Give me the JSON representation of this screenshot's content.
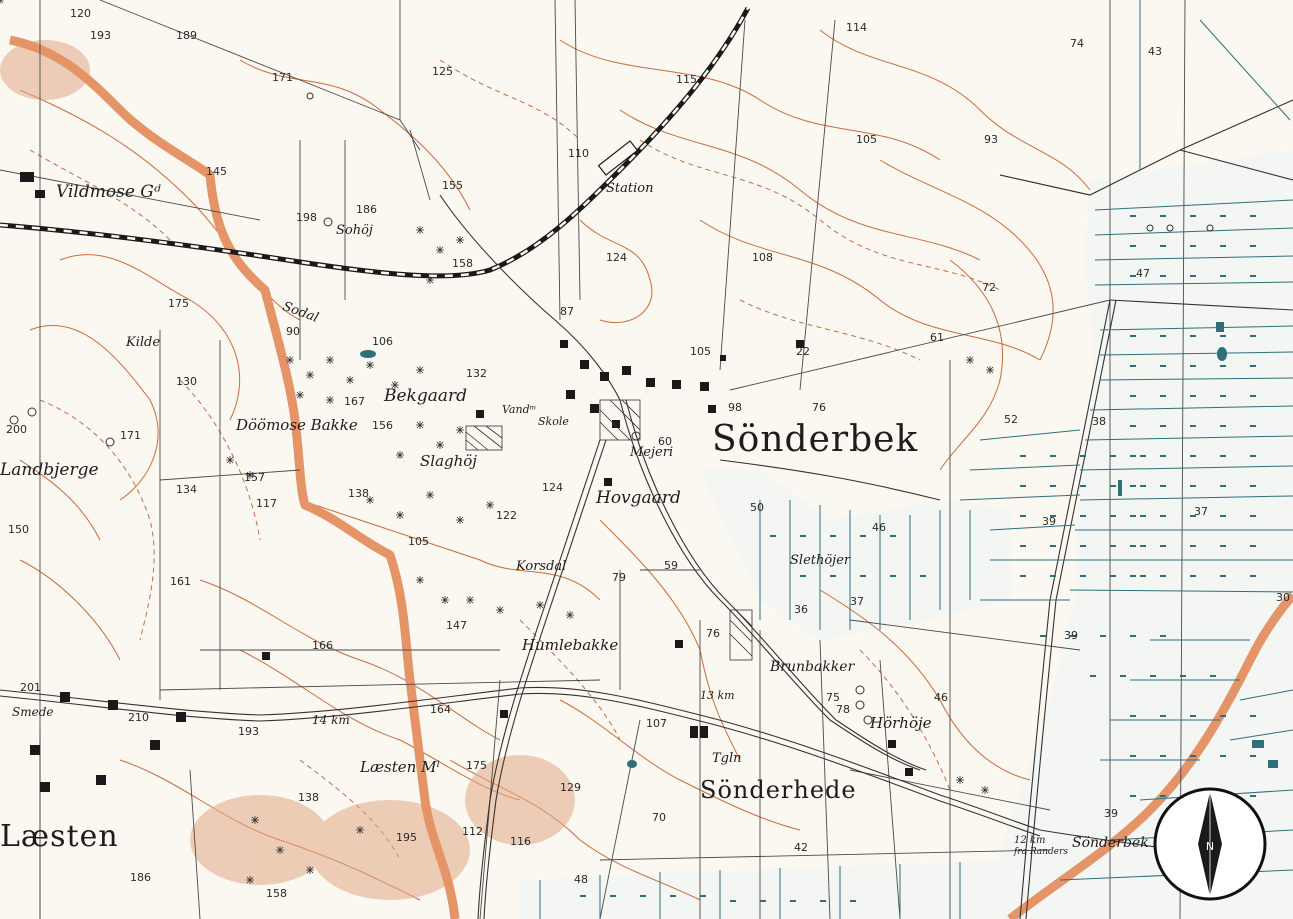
{
  "map": {
    "towns": {
      "sonderbek": "Sönderbek",
      "laesten": "Læsten",
      "sonderhede": "Sönderhede"
    },
    "places": {
      "vildmose": "Vildmose Gᵈ",
      "sohoj": "Sohöj",
      "station": "Station",
      "sodal": "Sodal",
      "kilde": "Kilde",
      "bekgaard": "Bekgaard",
      "doomose_bakke": "Döömose Bakke",
      "slaghoj": "Slaghöj",
      "mejeri": "Mejeri",
      "skole": "Skole",
      "vandm": "Vandᵐ",
      "hovgaard": "Hovgaard",
      "korsdal": "Korsdal",
      "slethojer": "Slethöjer",
      "humlebakke": "Humlebakke",
      "brunbakker": "Brunbakker",
      "horhoje": "Hörhöje",
      "laesten_ml": "Læsten Mˡ",
      "tgln": "Tgln",
      "sonderbek_bro": "Sönderbek Bro",
      "landbjerge": "Landbjerge",
      "smede": "Smede"
    },
    "distances": {
      "km14": "14 km",
      "km13": "13 km",
      "km12": "12 km",
      "fra_randers": "fra Randers"
    },
    "elevations": [
      "120",
      "193",
      "189",
      "171",
      "125",
      "114",
      "74",
      "43",
      "115",
      "110",
      "105",
      "93",
      "145",
      "155",
      "198",
      "186",
      "158",
      "124",
      "108",
      "72",
      "47",
      "175",
      "90",
      "106",
      "87",
      "105",
      "22",
      "61",
      "130",
      "132",
      "98",
      "76",
      "52",
      "38",
      "171",
      "200",
      "167",
      "156",
      "60",
      "157",
      "134",
      "117",
      "138",
      "124",
      "122",
      "105",
      "50",
      "46",
      "39",
      "37",
      "150",
      "161",
      "79",
      "59",
      "36",
      "37",
      "147",
      "76",
      "39",
      "166",
      "201",
      "210",
      "193",
      "164",
      "175",
      "107",
      "75",
      "78",
      "46",
      "129",
      "70",
      "138",
      "195",
      "112",
      "116",
      "42",
      "39",
      "186",
      "158",
      "48",
      "30"
    ],
    "compass": {
      "label": "N"
    },
    "colors": {
      "paper": "#fbf7f1",
      "contour": "#c96d3c",
      "border": "#e49466",
      "water_lines": "#2f6f7a",
      "ink": "#1d1d1d"
    }
  }
}
